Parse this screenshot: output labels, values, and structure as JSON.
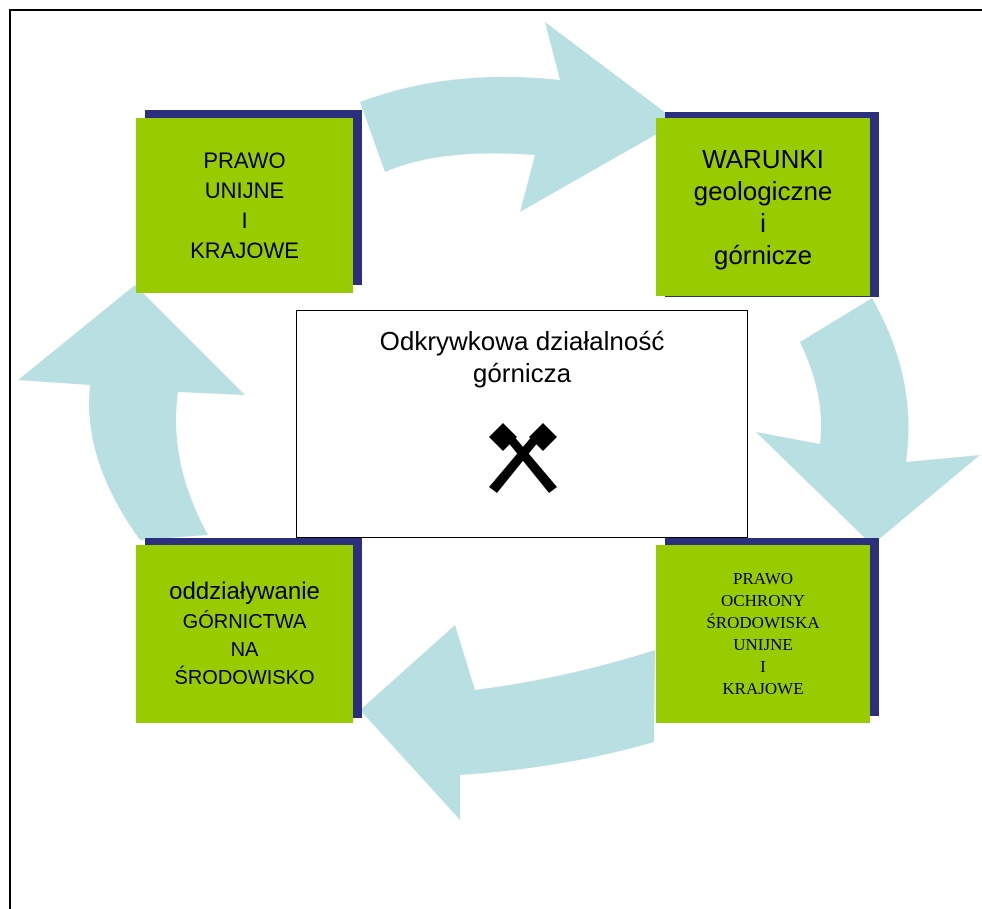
{
  "center": {
    "title_line1": "Odkrywkowa działalność",
    "title_line2": "górnicza",
    "icon": "hammer-and-pick-icon"
  },
  "boxes": {
    "top_left": [
      "PRAWO",
      "UNIJNE",
      "I",
      "KRAJOWE"
    ],
    "top_right": [
      "WARUNKI",
      "geologiczne",
      "i",
      "górnicze"
    ],
    "bottom_right": [
      "PRAWO",
      "OCHRONY",
      "ŚRODOWISKA",
      "UNIJNE",
      "I",
      "KRAJOWE"
    ],
    "bottom_left": [
      "oddziaływanie",
      "GÓRNICTWA",
      "NA",
      "ŚRODOWISKO"
    ]
  },
  "colors": {
    "box_fill": "#99cc00",
    "box_shadow": "#2b2f7e",
    "arrow_fill": "#b8dfe1"
  }
}
